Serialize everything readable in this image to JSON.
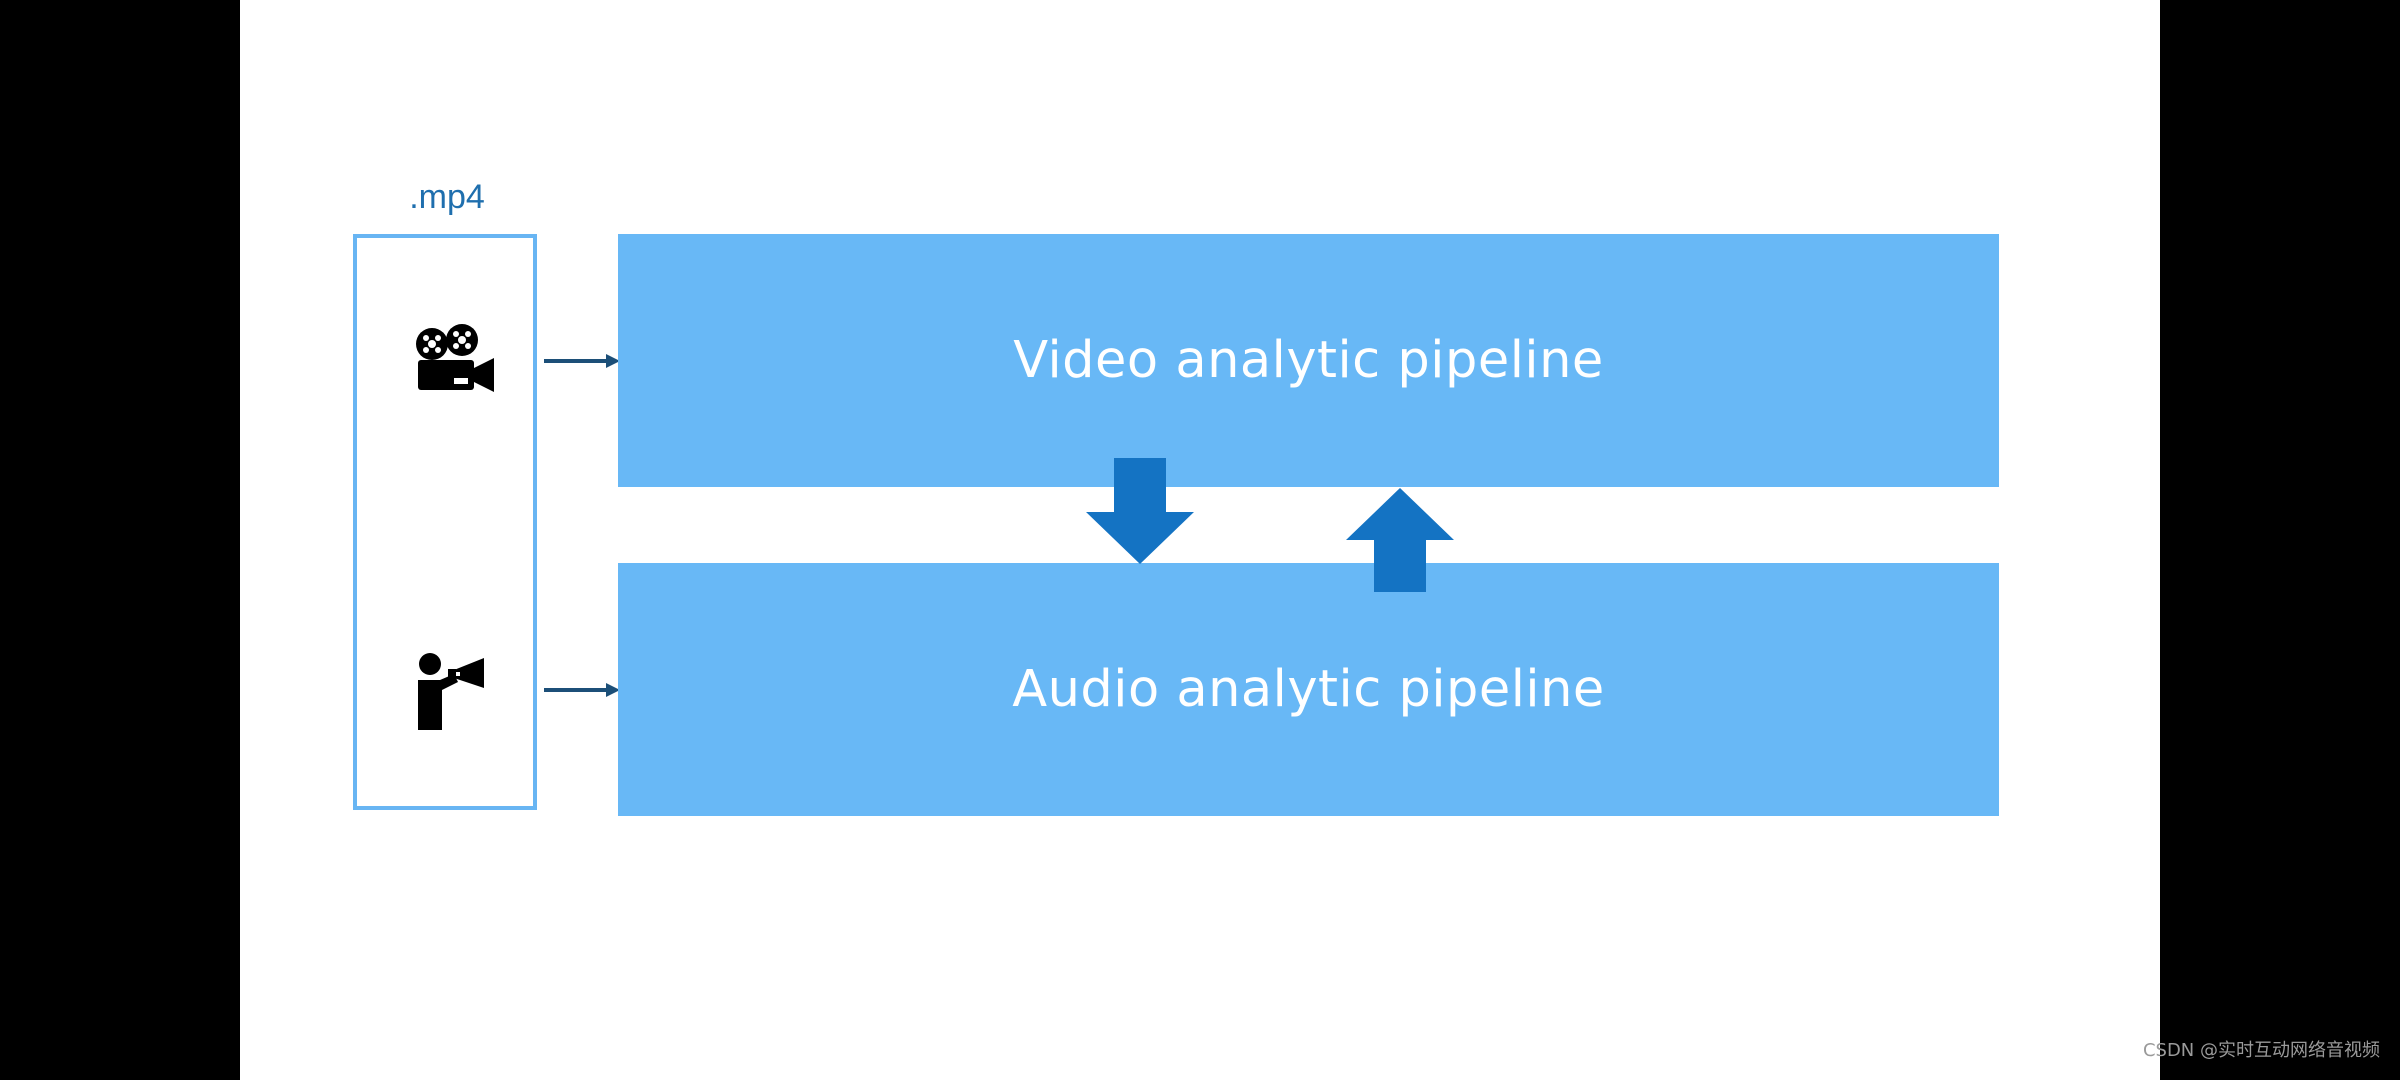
{
  "diagram": {
    "file_label": ".mp4",
    "video_pipeline_label": "Video analytic pipeline",
    "audio_pipeline_label": "Audio analytic pipeline",
    "icons": {
      "video_source": "movie-camera-icon",
      "audio_source": "person-megaphone-icon",
      "flow_down": "arrow-down-icon",
      "flow_up": "arrow-up-icon"
    },
    "colors": {
      "pipeline_fill": "#68b8f6",
      "file_border": "#68b5f3",
      "file_label": "#1f6fae",
      "flow_arrow": "#1473c3",
      "connector": "#1c4f78"
    }
  },
  "watermark": "CSDN @实时互动网络音视频"
}
